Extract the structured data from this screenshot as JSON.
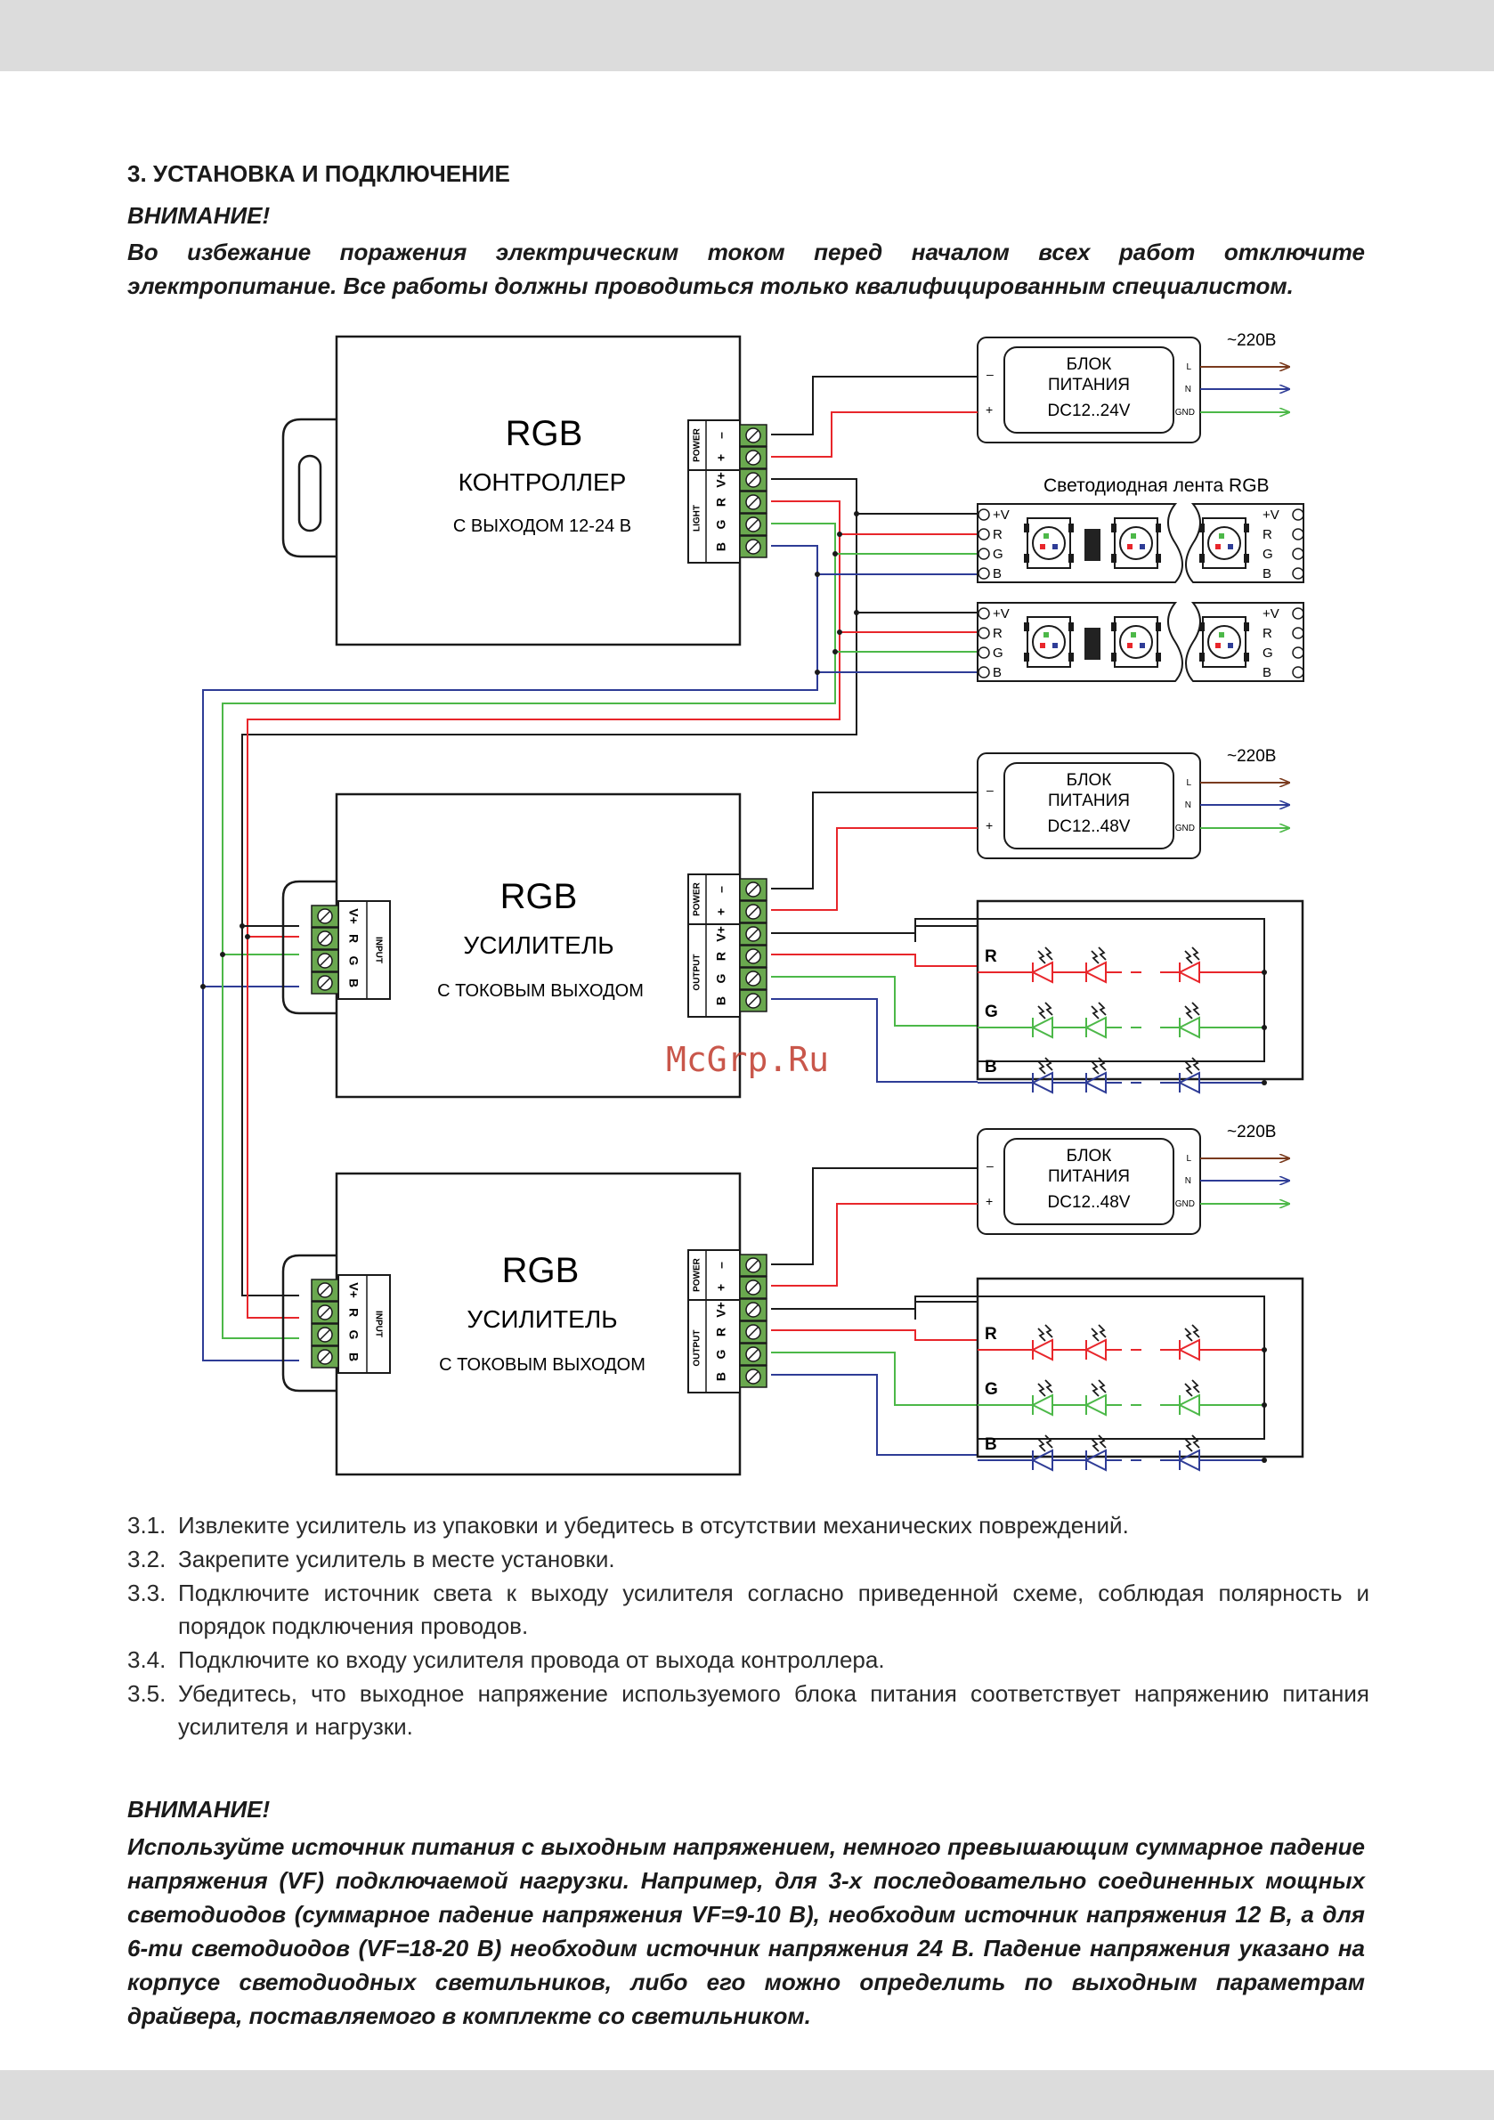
{
  "section": {
    "title": "3.  УСТАНОВКА И ПОДКЛЮЧЕНИЕ"
  },
  "warning1": {
    "head": "ВНИМАНИЕ!",
    "text": "Во избежание поражения электрическим током перед началом всех работ отключите электропитание. Все работы должны проводиться только квалифицированным специалистом."
  },
  "diagram": {
    "controller": {
      "title": "RGB",
      "subtitle": "КОНТРОЛЛЕР",
      "note": "С ВЫХОДОМ 12-24 В"
    },
    "amplifier": {
      "title": "RGB",
      "subtitle": "УСИЛИТЕЛЬ",
      "note": "С ТОКОВЫМ ВЫХОДОМ"
    },
    "psu": {
      "line1": "БЛОК",
      "line2": "ПИТАНИЯ",
      "voltage_controller": "DC12..24V",
      "voltage_amp": "DC12..48V",
      "mains": "~220В",
      "pin_l": "L",
      "pin_n": "N",
      "pin_gnd": "GND",
      "minus": "–",
      "plus": "+"
    },
    "strip_label": "Светодиодная лента RGB",
    "terminals": {
      "power": "POWER",
      "light": "LIGHT",
      "output": "OUTPUT",
      "input": "INPUT",
      "vplus": "V+",
      "r": "R",
      "g": "G",
      "b": "B",
      "plus": "+",
      "minus": "–"
    },
    "strip_pins": {
      "v": "+V",
      "r": "R",
      "g": "G",
      "b": "B"
    },
    "led_rows": {
      "r": "R",
      "g": "G",
      "b": "B"
    },
    "watermark": "McGrp.Ru",
    "colors": {
      "red": "#e8262b",
      "green": "#4cb848",
      "blue": "#2e3c96",
      "brown": "#7a3b1e",
      "terminal": "#6aa84f"
    }
  },
  "steps": [
    {
      "num": "3.1.",
      "text": "Извлеките усилитель из упаковки и убедитесь в отсутствии механических повреждений."
    },
    {
      "num": "3.2.",
      "text": "Закрепите усилитель в месте установки."
    },
    {
      "num": "3.3.",
      "text": "Подключите источник света к выходу усилителя согласно приведенной схеме, соблюдая полярность и порядок подключения проводов."
    },
    {
      "num": "3.4.",
      "text": "Подключите ко входу усилителя провода от выхода контроллера."
    },
    {
      "num": "3.5.",
      "text": "Убедитесь, что выходное напряжение используемого блока питания соответствует напряжению питания усилителя и нагрузки."
    }
  ],
  "warning2": {
    "head": "ВНИМАНИЕ!",
    "text": "Используйте источник питания с выходным напряжением, немного превышающим суммарное падение напряжения (VF) подключаемой нагрузки. Например, для 3-х последовательно соединенных мощных светодиодов (суммарное падение напряжения VF=9-10 В), необходим источник напряжения 12 В, а для 6-ти светодиодов (VF=18-20 В) необходим источник напряжения 24 В. Падение напряжения указано на корпусе светодиодных светильников, либо его можно определить по выходным параметрам драйвера, поставляемого в комплекте со светильником."
  }
}
